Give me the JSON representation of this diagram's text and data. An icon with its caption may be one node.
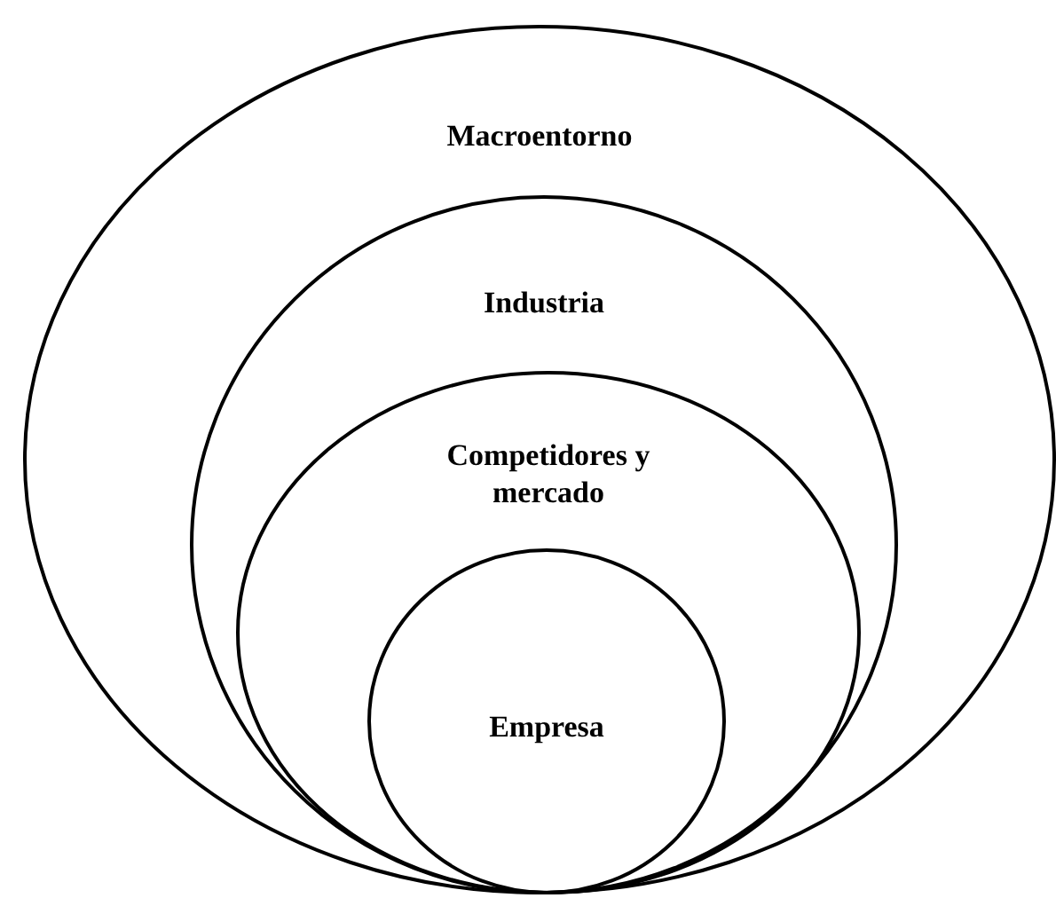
{
  "diagram": {
    "nodes": [
      {
        "text": [
          "Macroentorno"
        ]
      },
      {
        "text": [
          "Industria"
        ],
        "in": 0
      },
      {
        "text": [
          "Competidores y mercado"
        ],
        "in": 1
      },
      {
        "text": [
          "Empresa"
        ],
        "in": 2
      }
    ]
  }
}
